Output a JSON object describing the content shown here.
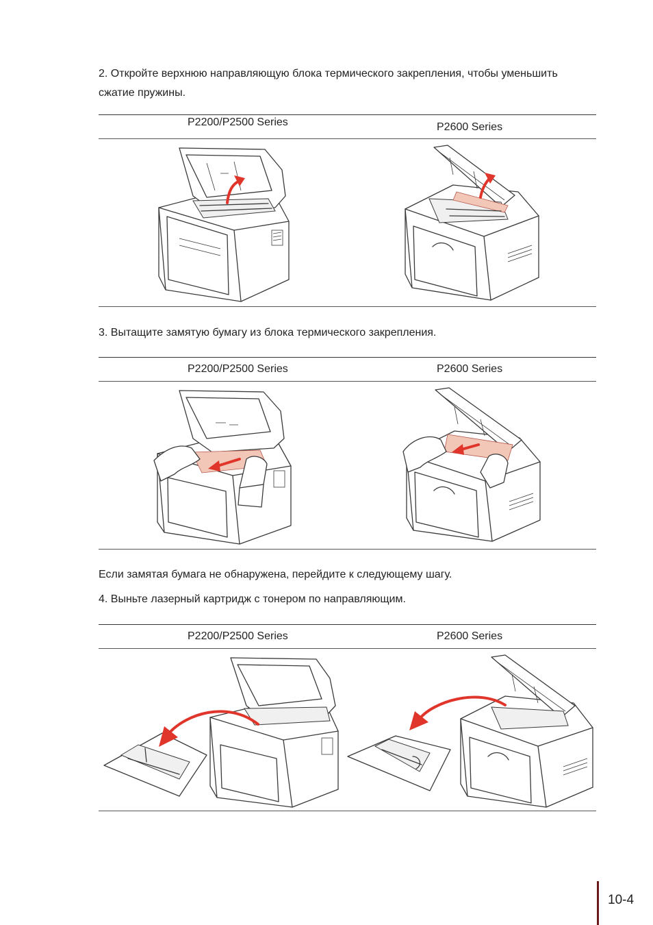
{
  "step2": {
    "text_line1": "2. Откройте верхнюю направляющую блока термического закрепления, чтобы уменьшить",
    "text_line2": "сжатие пружины."
  },
  "step3": {
    "text": "3. Вытащите замятую бумагу из блока термического закрепления."
  },
  "note": {
    "text": "Если замятая бумага не обнаружена, перейдите к следующему шагу."
  },
  "step4": {
    "text": "4. Выньте лазерный картридж с тонером по направляющим."
  },
  "tables": [
    {
      "left_label": "P2200/P2500 Series",
      "right_label": "P2600 Series"
    },
    {
      "left_label": "P2200/P2500 Series",
      "right_label": "P2600 Series"
    },
    {
      "left_label": "P2200/P2500 Series",
      "right_label": "P2600 Series"
    }
  ],
  "icons": {
    "illus_step2_left": "printer-open-fuser-guide-icon",
    "illus_step2_right": "printer-open-fuser-guide-icon",
    "illus_step3_left": "hands-pull-jammed-paper-icon",
    "illus_step3_right": "hands-pull-jammed-paper-icon",
    "illus_step4_left": "remove-toner-cartridge-icon",
    "illus_step4_right": "remove-toner-cartridge-icon"
  },
  "colors": {
    "arrow": "#e0352b",
    "paper": "#f3c7b8",
    "page_bar": "#6b1a1a"
  },
  "footer": {
    "page_number": "10-4"
  }
}
